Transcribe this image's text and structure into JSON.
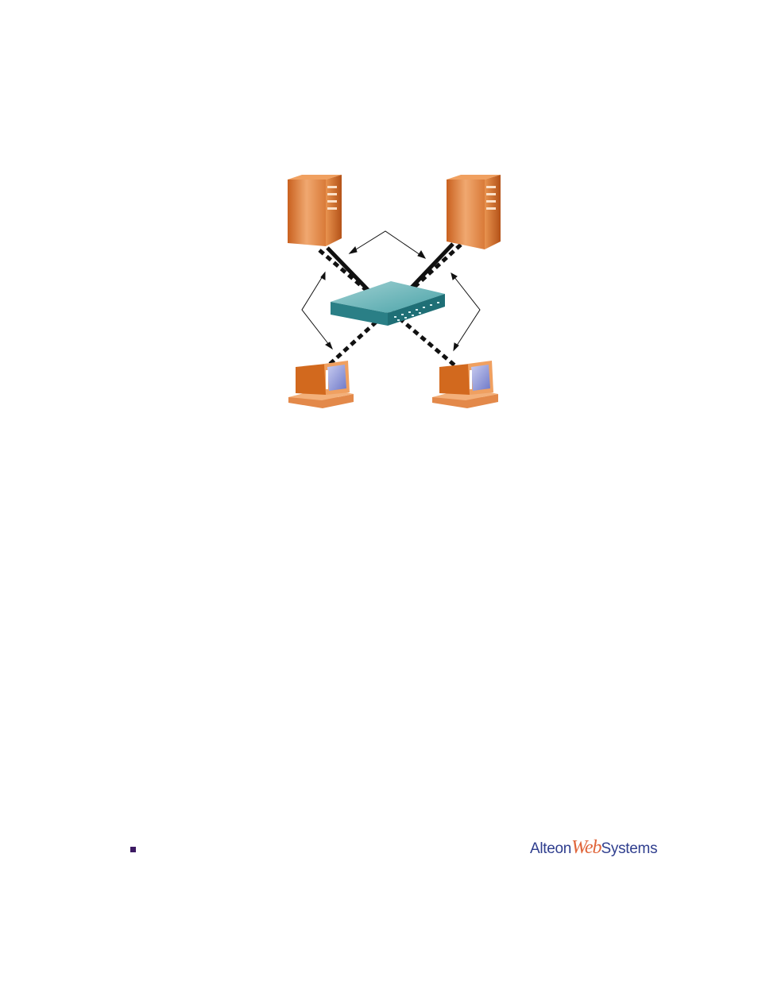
{
  "footer": {
    "logo": {
      "part1": "Alteon",
      "part2": "Web",
      "part3": "Systems"
    }
  },
  "colors": {
    "device_orange": "#d9782f",
    "switch_teal": "#2f8f94",
    "logo_blue": "#2f3e8e",
    "logo_orange": "#e0653a",
    "bullet_purple": "#3d1a63"
  }
}
